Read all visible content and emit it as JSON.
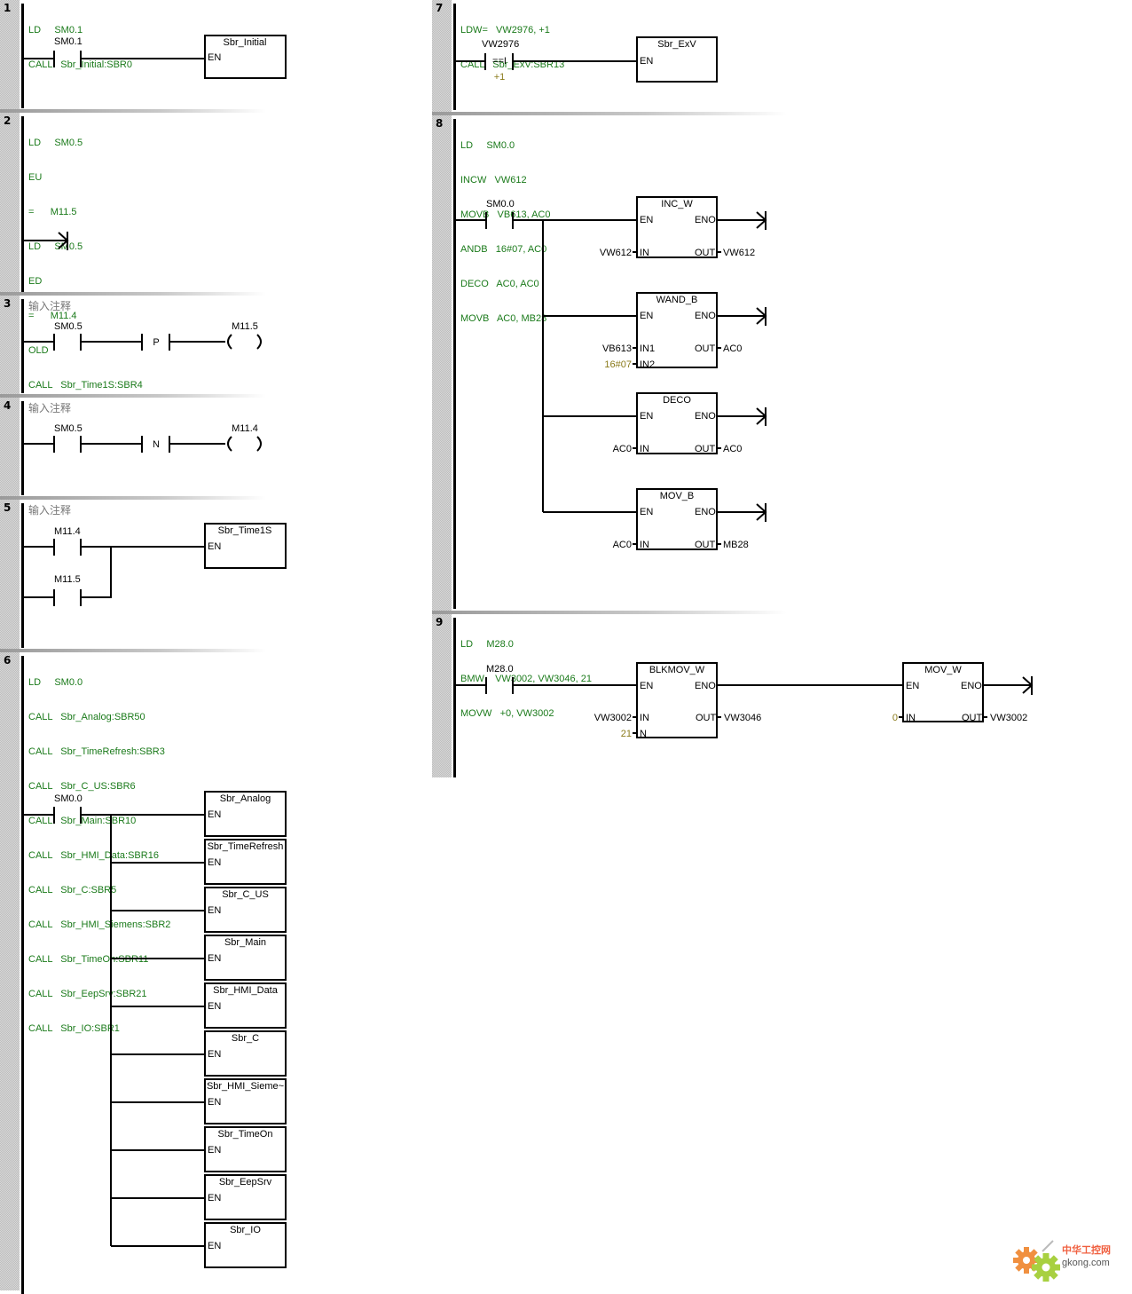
{
  "networks": [
    {
      "number": "1",
      "stl": [
        "LD     SM0.1",
        "CALL   Sbr_Initial:SBR0"
      ],
      "contacts": [
        {
          "label": "SM0.1",
          "type": "NO"
        }
      ],
      "boxes": [
        {
          "title": "Sbr_Initial",
          "pins_left": [
            "EN"
          ]
        }
      ]
    },
    {
      "number": "2",
      "stl": [
        "LD     SM0.5",
        "EU",
        "=      M11.5",
        "LD     SM0.5",
        "ED",
        "=      M11.4",
        "OLD",
        "CALL   Sbr_Time1S:SBR4"
      ],
      "contacts": [],
      "boxes": []
    },
    {
      "number": "3",
      "comment": "输入注释",
      "contacts": [
        {
          "label": "SM0.5",
          "type": "NO"
        },
        {
          "label": "P",
          "type": "edge"
        }
      ],
      "coil": "M11.5"
    },
    {
      "number": "4",
      "comment": "输入注释",
      "contacts": [
        {
          "label": "SM0.5",
          "type": "NO"
        },
        {
          "label": "N",
          "type": "edge"
        }
      ],
      "coil": "M11.4"
    },
    {
      "number": "5",
      "comment": "输入注释",
      "contacts": [
        {
          "label": "M11.4",
          "type": "NO"
        },
        {
          "label": "M11.5",
          "type": "NO"
        }
      ],
      "boxes": [
        {
          "title": "Sbr_Time1S",
          "pins_left": [
            "EN"
          ]
        }
      ]
    },
    {
      "number": "6",
      "stl": [
        "LD     SM0.0",
        "CALL   Sbr_Analog:SBR50",
        "CALL   Sbr_TimeRefresh:SBR3",
        "CALL   Sbr_C_US:SBR6",
        "CALL   Sbr_Main:SBR10",
        "CALL   Sbr_HMI_Data:SBR16",
        "CALL   Sbr_C:SBR5",
        "CALL   Sbr_HMI_Siemens:SBR2",
        "CALL   Sbr_TimeOn:SBR11",
        "CALL   Sbr_EepSrv:SBR21",
        "CALL   Sbr_IO:SBR1"
      ],
      "contacts": [
        {
          "label": "SM0.0",
          "type": "NO"
        }
      ],
      "boxes": [
        {
          "title": "Sbr_Analog",
          "pins_left": [
            "EN"
          ]
        },
        {
          "title": "Sbr_TimeRefresh",
          "pins_left": [
            "EN"
          ]
        },
        {
          "title": "Sbr_C_US",
          "pins_left": [
            "EN"
          ]
        },
        {
          "title": "Sbr_Main",
          "pins_left": [
            "EN"
          ]
        },
        {
          "title": "Sbr_HMI_Data",
          "pins_left": [
            "EN"
          ]
        },
        {
          "title": "Sbr_C",
          "pins_left": [
            "EN"
          ]
        },
        {
          "title": "Sbr_HMI_Sieme~",
          "pins_left": [
            "EN"
          ]
        },
        {
          "title": "Sbr_TimeOn",
          "pins_left": [
            "EN"
          ]
        },
        {
          "title": "Sbr_EepSrv",
          "pins_left": [
            "EN"
          ]
        },
        {
          "title": "Sbr_IO",
          "pins_left": [
            "EN"
          ]
        }
      ]
    },
    {
      "number": "7",
      "stl": [
        "LDW=   VW2976, +1",
        "CALL   Sbr_ExV:SBR13"
      ],
      "contacts": [
        {
          "label": "VW2976",
          "type": "compare",
          "op": "==I",
          "operand2": "+1"
        }
      ],
      "boxes": [
        {
          "title": "Sbr_ExV",
          "pins_left": [
            "EN"
          ]
        }
      ]
    },
    {
      "number": "8",
      "stl": [
        "LD     SM0.0",
        "INCW   VW612",
        "MOVB   VB613, AC0",
        "ANDB   16#07, AC0",
        "DECO   AC0, AC0",
        "MOVB   AC0, MB28"
      ],
      "contacts": [
        {
          "label": "SM0.0",
          "type": "NO"
        }
      ],
      "boxes": [
        {
          "title": "INC_W",
          "pins_left": [
            "EN",
            "IN"
          ],
          "pins_right": [
            "ENO",
            "OUT"
          ],
          "inputs": [
            {
              "pin": "IN",
              "value": "VW612",
              "const": false
            }
          ],
          "outputs": [
            {
              "pin": "OUT",
              "value": "VW612"
            }
          ]
        },
        {
          "title": "WAND_B",
          "pins_left": [
            "EN",
            "IN1",
            "IN2"
          ],
          "pins_right": [
            "ENO",
            "OUT"
          ],
          "inputs": [
            {
              "pin": "IN1",
              "value": "VB613",
              "const": false
            },
            {
              "pin": "IN2",
              "value": "16#07",
              "const": true
            }
          ],
          "outputs": [
            {
              "pin": "OUT",
              "value": "AC0"
            }
          ]
        },
        {
          "title": "DECO",
          "pins_left": [
            "EN",
            "IN"
          ],
          "pins_right": [
            "ENO",
            "OUT"
          ],
          "inputs": [
            {
              "pin": "IN",
              "value": "AC0",
              "const": false
            }
          ],
          "outputs": [
            {
              "pin": "OUT",
              "value": "AC0"
            }
          ]
        },
        {
          "title": "MOV_B",
          "pins_left": [
            "EN",
            "IN"
          ],
          "pins_right": [
            "ENO",
            "OUT"
          ],
          "inputs": [
            {
              "pin": "IN",
              "value": "AC0",
              "const": false
            }
          ],
          "outputs": [
            {
              "pin": "OUT",
              "value": "MB28"
            }
          ]
        }
      ]
    },
    {
      "number": "9",
      "stl": [
        "LD     M28.0",
        "BMW    VW3002, VW3046, 21",
        "MOVW   +0, VW3002"
      ],
      "contacts": [
        {
          "label": "M28.0",
          "type": "NO"
        }
      ],
      "boxes": [
        {
          "title": "BLKMOV_W",
          "pins_left": [
            "EN",
            "IN",
            "N"
          ],
          "pins_right": [
            "ENO",
            "OUT"
          ],
          "inputs": [
            {
              "pin": "IN",
              "value": "VW3002",
              "const": false
            },
            {
              "pin": "N",
              "value": "21",
              "const": true
            }
          ],
          "outputs": [
            {
              "pin": "OUT",
              "value": "VW3046"
            }
          ]
        },
        {
          "title": "MOV_W",
          "pins_left": [
            "EN",
            "IN"
          ],
          "pins_right": [
            "ENO",
            "OUT"
          ],
          "inputs": [
            {
              "pin": "IN",
              "value": "0",
              "const": true
            }
          ],
          "outputs": [
            {
              "pin": "OUT",
              "value": "VW3002"
            }
          ]
        }
      ]
    }
  ],
  "watermark": {
    "text_cn": "中华工控网",
    "text_en": "gkong.com"
  },
  "colors": {
    "stl_text": "#1a7a1a",
    "constant": "#8a7a1a",
    "wire": "#000000",
    "comment": "#777777"
  }
}
